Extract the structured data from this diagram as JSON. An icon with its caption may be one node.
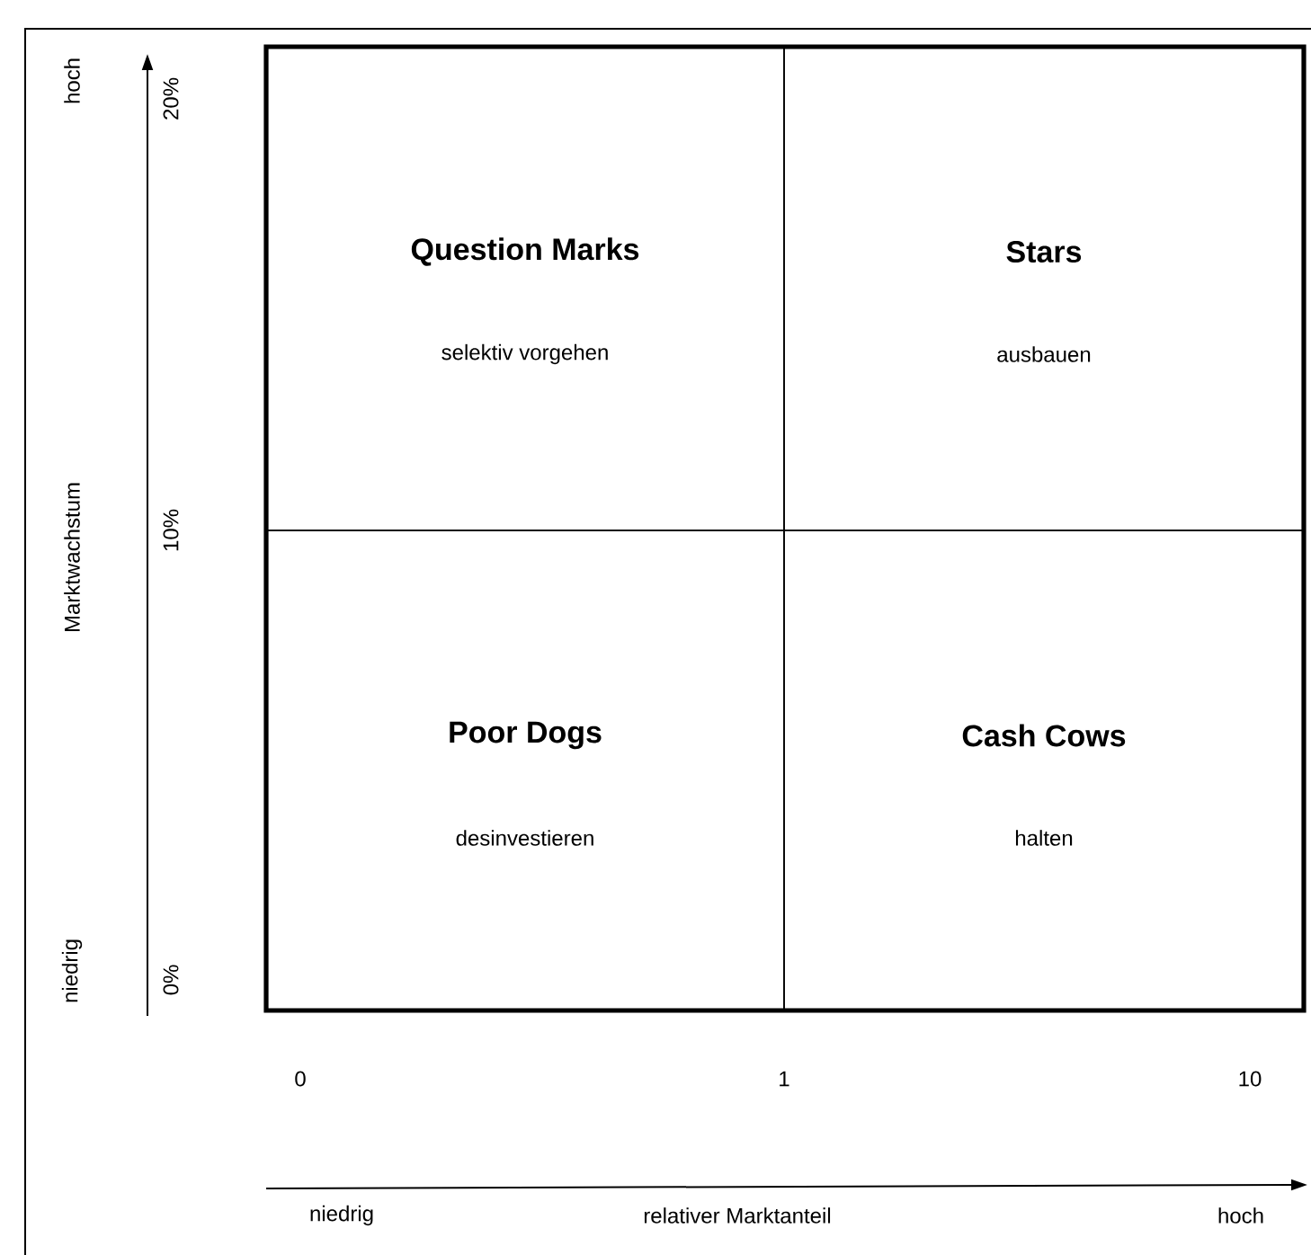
{
  "diagram": {
    "nodes": [
      {
        "text": [
          "Question Marks",
          "selektiv vorgehen"
        ]
      },
      {
        "text": [
          "Stars",
          "ausbauen"
        ]
      },
      {
        "text": [
          "Poor Dogs",
          "desinvestieren"
        ]
      },
      {
        "text": [
          "Cash Cows",
          "halten"
        ]
      }
    ],
    "labels": [
      "hoch",
      "20%",
      "Marktwachstum",
      "10%",
      "niedrig",
      "0%",
      "0",
      "1",
      "10",
      "niedrig",
      "relativer Marktanteil",
      "hoch"
    ]
  }
}
